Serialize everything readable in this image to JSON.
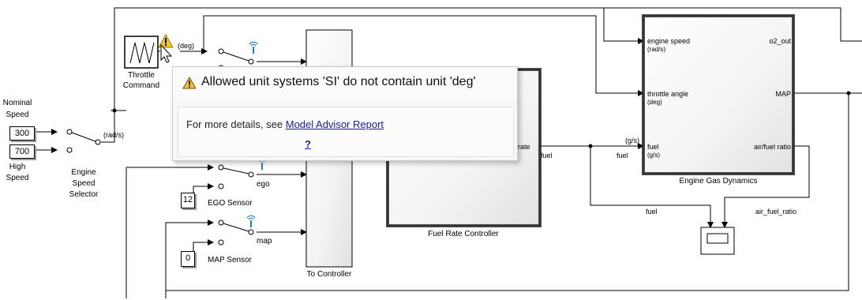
{
  "blocks": {
    "nominal_speed": {
      "label_line1": "Nominal",
      "label_line2": "Speed",
      "value": "300"
    },
    "high_speed": {
      "label_line1": "High",
      "label_line2": "Speed",
      "value": "700"
    },
    "engine_speed_selector": {
      "line1": "Engine",
      "line2": "Speed",
      "line3": "Selector"
    },
    "throttle_command": {
      "line1": "Throttle",
      "line2": "Command"
    },
    "ego_sensor": {
      "value": "12",
      "label": "EGO Sensor"
    },
    "map_sensor": {
      "value": "0",
      "label": "MAP Sensor"
    },
    "to_controller": {
      "label": "To Controller"
    },
    "fuel_rate_controller": {
      "label": "Fuel Rate Controller",
      "out_port": "rate"
    },
    "engine_gas_dynamics": {
      "label": "Engine Gas Dynamics",
      "in_ports": [
        {
          "name": "engine speed",
          "unit": "(rad/s)"
        },
        {
          "name": "throttle angle",
          "unit": "(deg)"
        },
        {
          "name": "fuel",
          "unit": "(g/s)"
        }
      ],
      "out_ports": [
        "o2_out",
        "MAP",
        "air/fuel ratio"
      ]
    }
  },
  "signals": {
    "deg": "(deg)",
    "rads": "(rad/s)",
    "gs": "(g/s)",
    "fuel_1": "fuel",
    "fuel_2": "fuel",
    "fuel_3": "fuel",
    "ego": "ego",
    "map": "map",
    "air_fuel_ratio": "air_fuel_ratio"
  },
  "tooltip": {
    "title": "Allowed unit systems 'SI' do not contain unit 'deg'",
    "more_prefix": "For more details, see",
    "link": "Model Advisor Report",
    "help": "?"
  },
  "colors": {
    "warning": "#e8b100",
    "probe": "#1e7fc8",
    "link": "#1a1aa6"
  }
}
